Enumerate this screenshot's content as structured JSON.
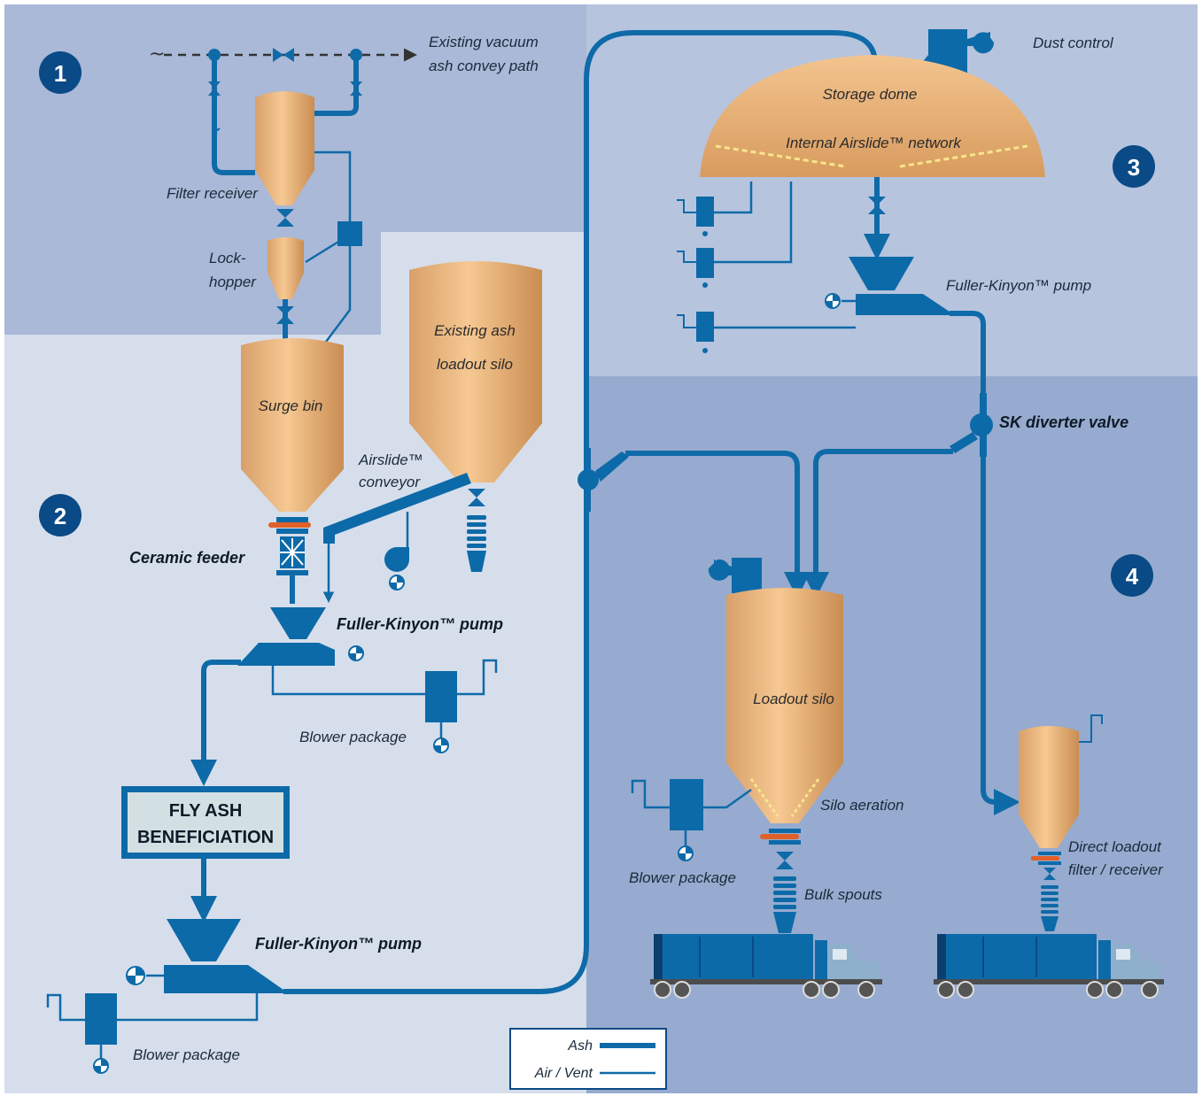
{
  "colors": {
    "zone1_bg": "#a9b9d7",
    "zone2_bg": "#d6deec",
    "zone3_bg": "#b6c4de",
    "zone4_bg": "#96abcf",
    "pipe": "#0f6aa8",
    "equipment": "#0d6aa8",
    "vessel_light": "#f4c08a",
    "vessel_dark": "#c98d52",
    "badge": "#0a4a86",
    "feeder_orange": "#e0602a"
  },
  "zones": [
    {
      "badge": "1"
    },
    {
      "badge": "2"
    },
    {
      "badge": "3"
    },
    {
      "badge": "4"
    }
  ],
  "labels": {
    "existing_vacuum_line1": "Existing vacuum",
    "existing_vacuum_line2": "ash convey path",
    "filter_receiver": "Filter receiver",
    "lock_hopper_line1": "Lock-",
    "lock_hopper_line2": "hopper",
    "surge_bin": "Surge bin",
    "existing_silo_line1": "Existing ash",
    "existing_silo_line2": "loadout silo",
    "airslide_line1": "Airslide™",
    "airslide_line2": "conveyor",
    "ceramic_feeder": "Ceramic feeder",
    "fk_pump_zone2": "Fuller-Kinyon™ pump",
    "blower_package_zone2": "Blower package",
    "fly_ash_line1": "FLY ASH",
    "fly_ash_line2": "BENEFICIATION",
    "fk_pump_bottom": "Fuller-Kinyon™ pump",
    "blower_package_bottom": "Blower package",
    "dust_control": "Dust control",
    "storage_dome": "Storage dome",
    "internal_airslide": "Internal Airslide™ network",
    "fk_pump_zone3": "Fuller-Kinyon™ pump",
    "sk_diverter": "SK diverter valve",
    "loadout_silo": "Loadout silo",
    "silo_aeration": "Silo aeration",
    "blower_package_zone4": "Blower package",
    "bulk_spouts": "Bulk spouts",
    "direct_loadout_line1": "Direct loadout",
    "direct_loadout_line2": "filter / receiver"
  },
  "legend": {
    "ash": "Ash",
    "air_vent": "Air / Vent"
  }
}
